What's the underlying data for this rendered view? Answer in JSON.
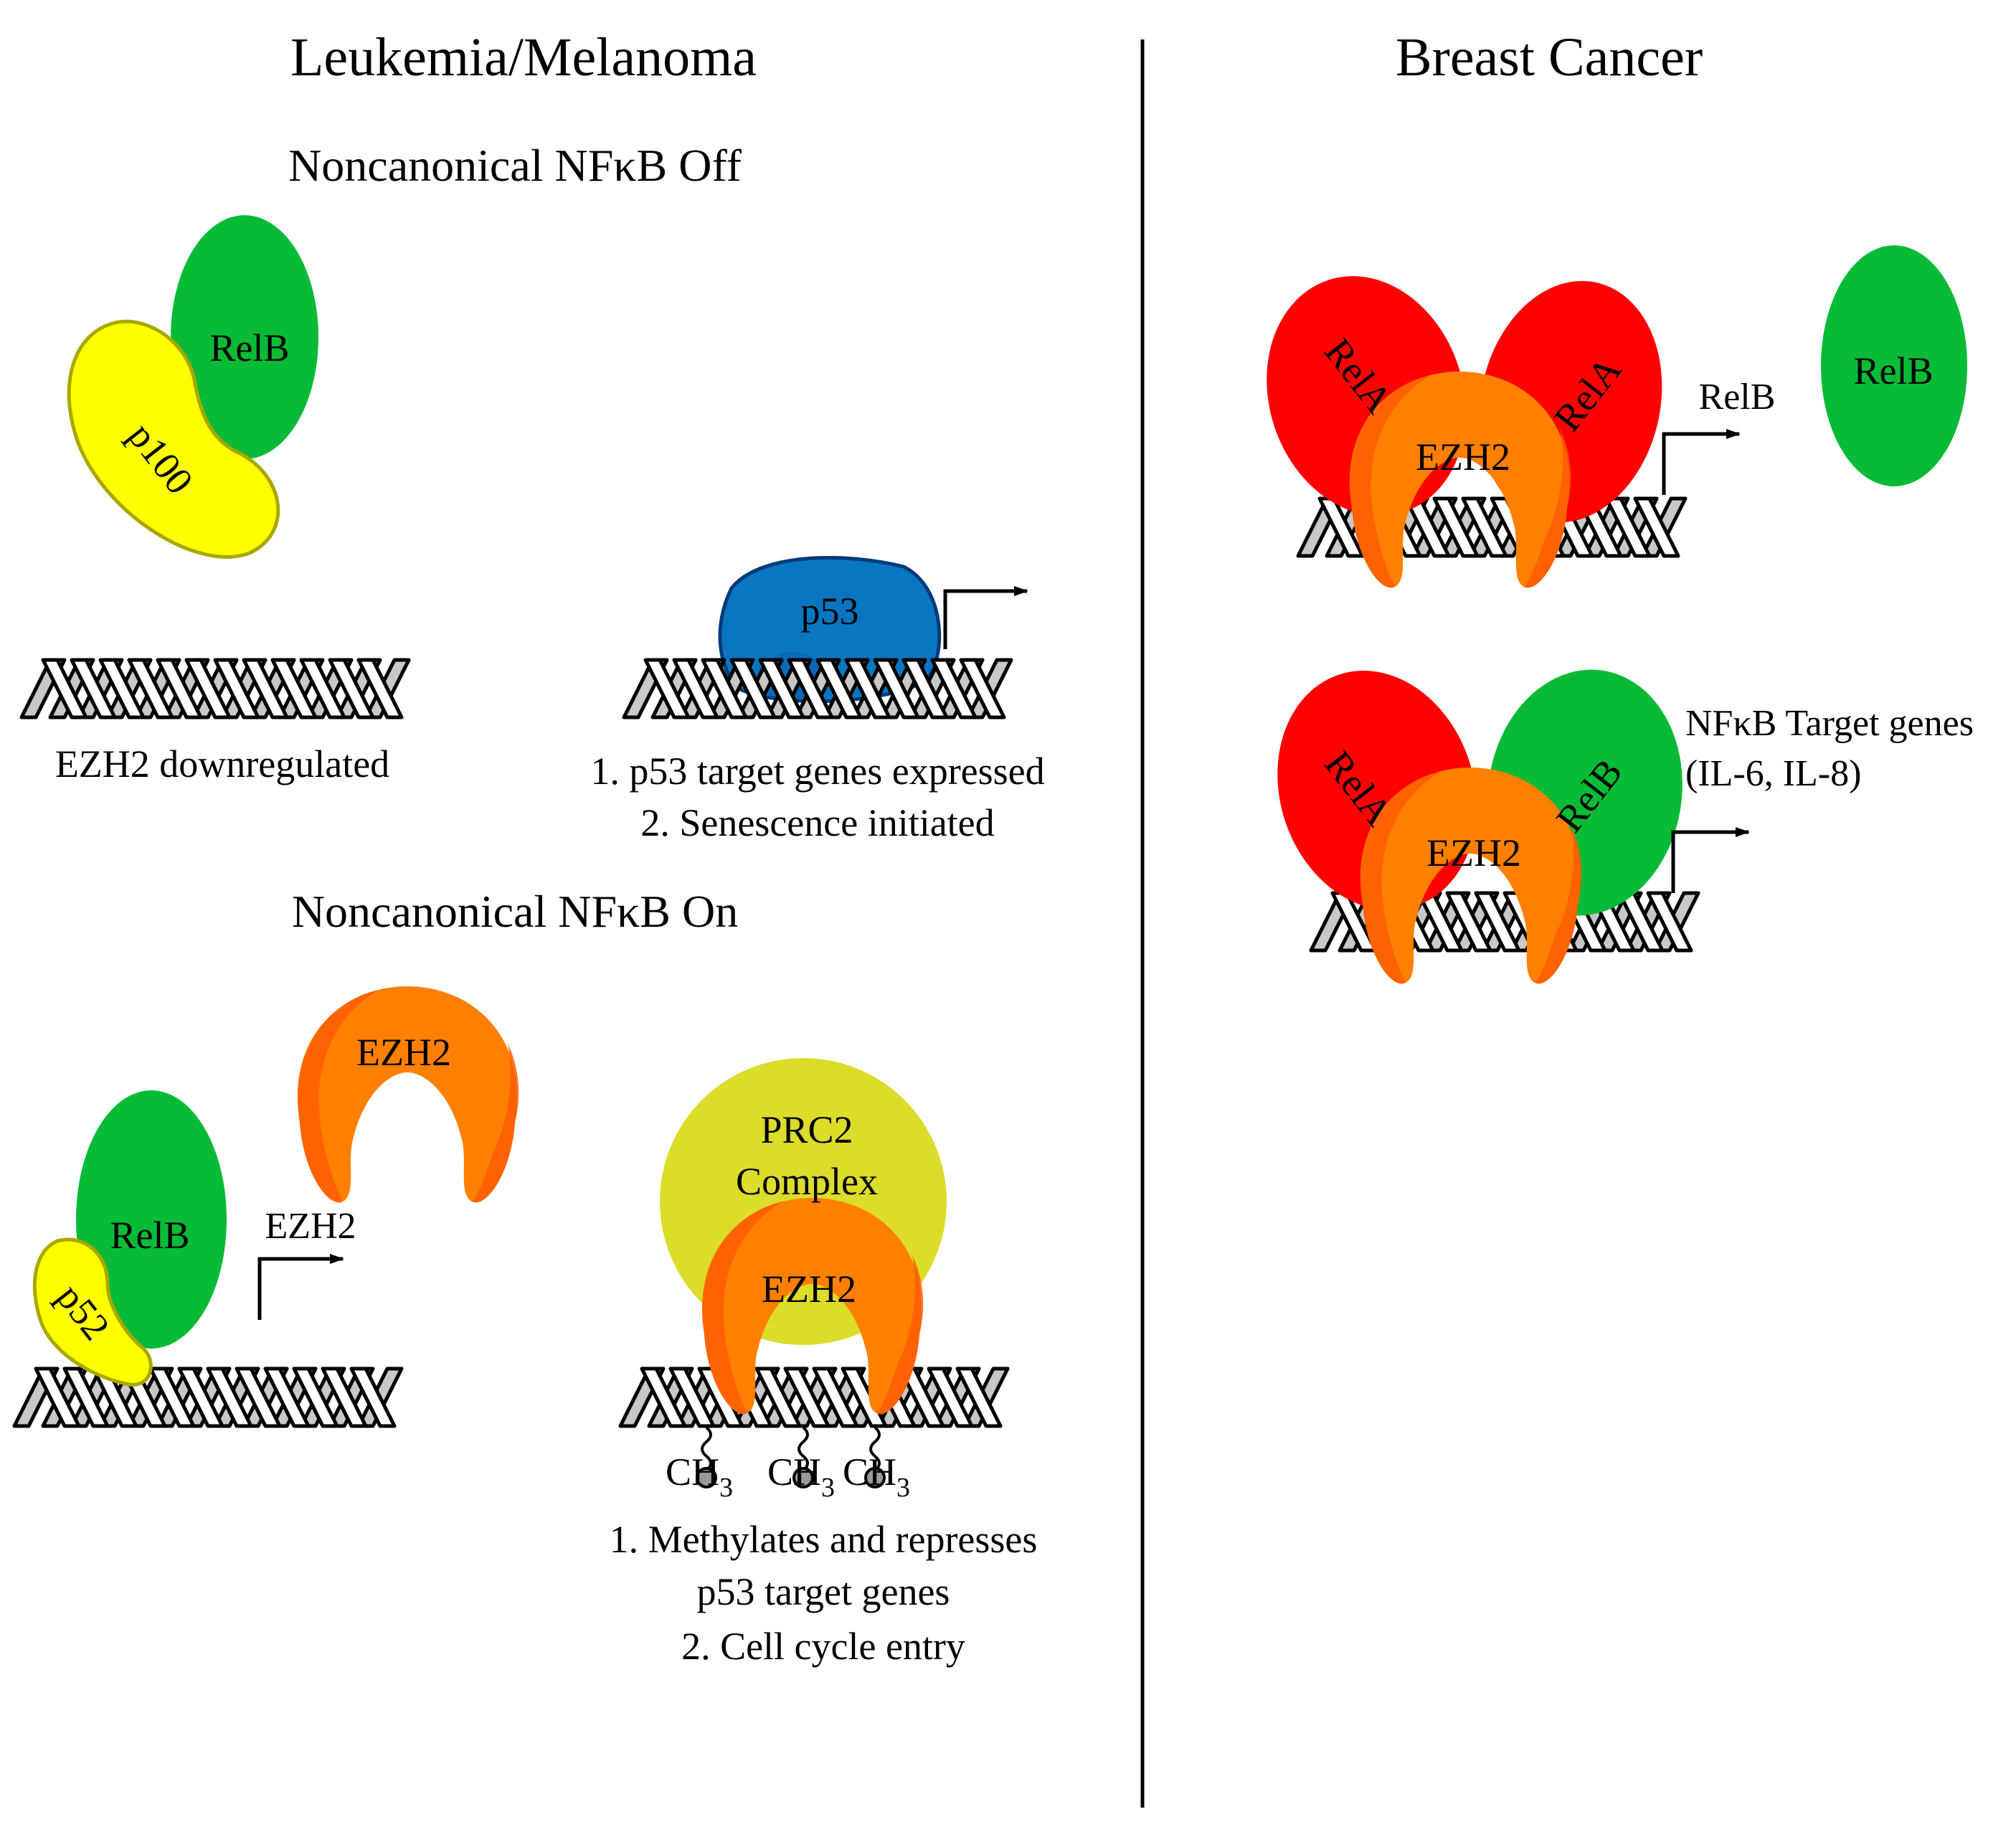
{
  "panels": {
    "left_title": "Leukemia/Melanoma",
    "right_title": "Breast Cancer"
  },
  "off_section": {
    "title": "Noncanonical NFκB Off",
    "relb": "RelB",
    "p100": "p100",
    "dna_caption": "EZH2 downregulated",
    "p53": "p53",
    "outcome_1": "1. p53 target genes expressed",
    "outcome_2": "2. Senescence initiated"
  },
  "on_section": {
    "title": "Noncanonical NFκB On",
    "ezh2_free": "EZH2",
    "relb": "RelB",
    "p52": "p52",
    "gene": "EZH2",
    "prc2_line1": "PRC2",
    "prc2_line2": "Complex",
    "ezh2_bound": "EZH2",
    "methyl": [
      "CH",
      "CH",
      "CH"
    ],
    "methyl_sub": "3",
    "outcome_1": "1. Methylates and represses",
    "outcome_1b": "p53 target genes",
    "outcome_2": "2. Cell cycle entry"
  },
  "breast": {
    "top": {
      "rela_left": "RelA",
      "rela_right": "RelA",
      "ezh2": "EZH2",
      "gene": "RelB",
      "relb_product": "RelB"
    },
    "bottom": {
      "rela": "RelA",
      "relb": "RelB",
      "ezh2": "EZH2",
      "target_line1": "NFκB Target genes",
      "target_line2": "(IL-6, IL-8)"
    }
  },
  "colors": {
    "relb_green": "#08bb36",
    "p100_yellow": "#ffff00",
    "ezh2_orange": "#ff8000",
    "rela_red": "#ff0000",
    "p53_blue": "#0a76c2",
    "prc2_yellow": "#dcdc2a",
    "dna_gray": "#c8c8c8"
  }
}
